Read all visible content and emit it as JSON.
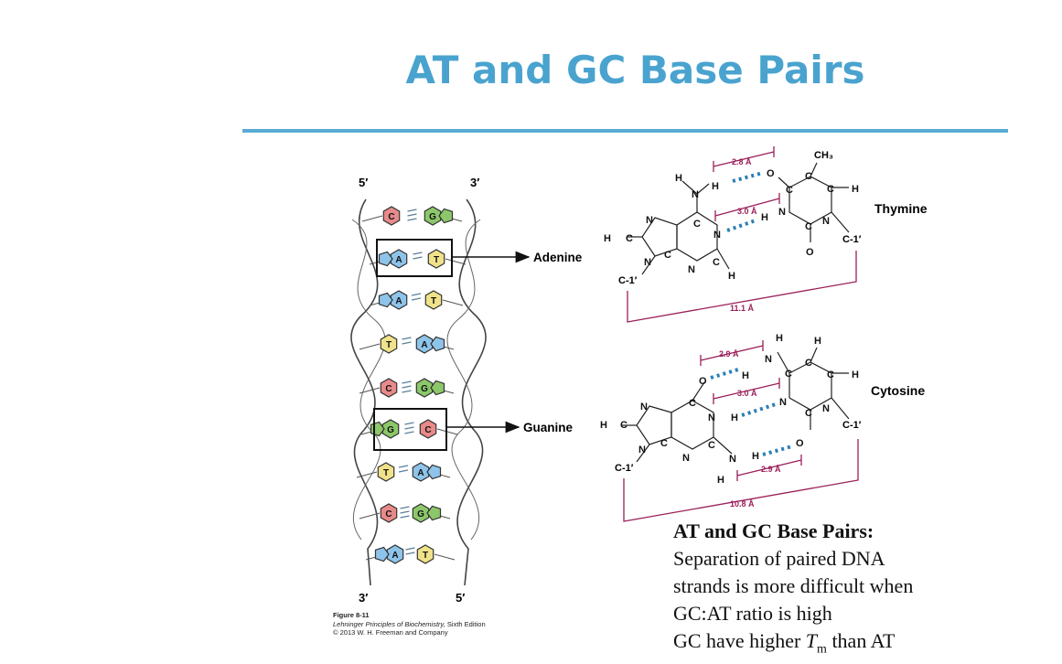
{
  "title": "AT and GC Base Pairs",
  "helix": {
    "top_left": "5′",
    "top_right": "3′",
    "bottom_left": "3′",
    "bottom_right": "5′",
    "pairs": [
      {
        "left": "C",
        "right": "G"
      },
      {
        "left": "A",
        "right": "T"
      },
      {
        "left": "A",
        "right": "T"
      },
      {
        "left": "T",
        "right": "A"
      },
      {
        "left": "C",
        "right": "G"
      },
      {
        "left": "G",
        "right": "C"
      },
      {
        "left": "T",
        "right": "A"
      },
      {
        "left": "C",
        "right": "G"
      },
      {
        "left": "A",
        "right": "T"
      }
    ],
    "pointer_adenine": "Adenine",
    "pointer_guanine": "Guanine"
  },
  "at_pair": {
    "name": "Thymine",
    "methyl": "CH₃",
    "bond1": "2.8 Å",
    "bond2": "3.0 Å",
    "span": "11.1 Å",
    "c1_left": "C-1′",
    "c1_right": "C-1′"
  },
  "gc_pair": {
    "name": "Cytosine",
    "bond1": "2.9 Å",
    "bond2": "3.0 Å",
    "bond3": "2.9 Å",
    "span": "10.8 Å",
    "c1_left": "C-1′",
    "c1_right": "C-1′"
  },
  "figure_note": {
    "label": "Figure 8-11",
    "book": "Lehninger Principles of Biochemistry,",
    "edition": " Sixth Edition",
    "copyright": "© 2013 W. H. Freeman and Company"
  },
  "caption": {
    "heading": "AT and GC Base Pairs:",
    "line1": "Separation of paired DNA",
    "line2": "strands is more difficult when",
    "line3": "GC:AT ratio is high",
    "line4_pre": "GC have higher ",
    "line4_T": "T",
    "line4_sub": "m",
    "line4_post": " than AT"
  },
  "colors": {
    "title": "#4aa3cf",
    "C": "#e88a8a",
    "G": "#8cc86a",
    "A": "#8ec4ea",
    "T": "#f0e28a",
    "hbond": "#2a7fb5",
    "measure": "#9a1f5a"
  }
}
